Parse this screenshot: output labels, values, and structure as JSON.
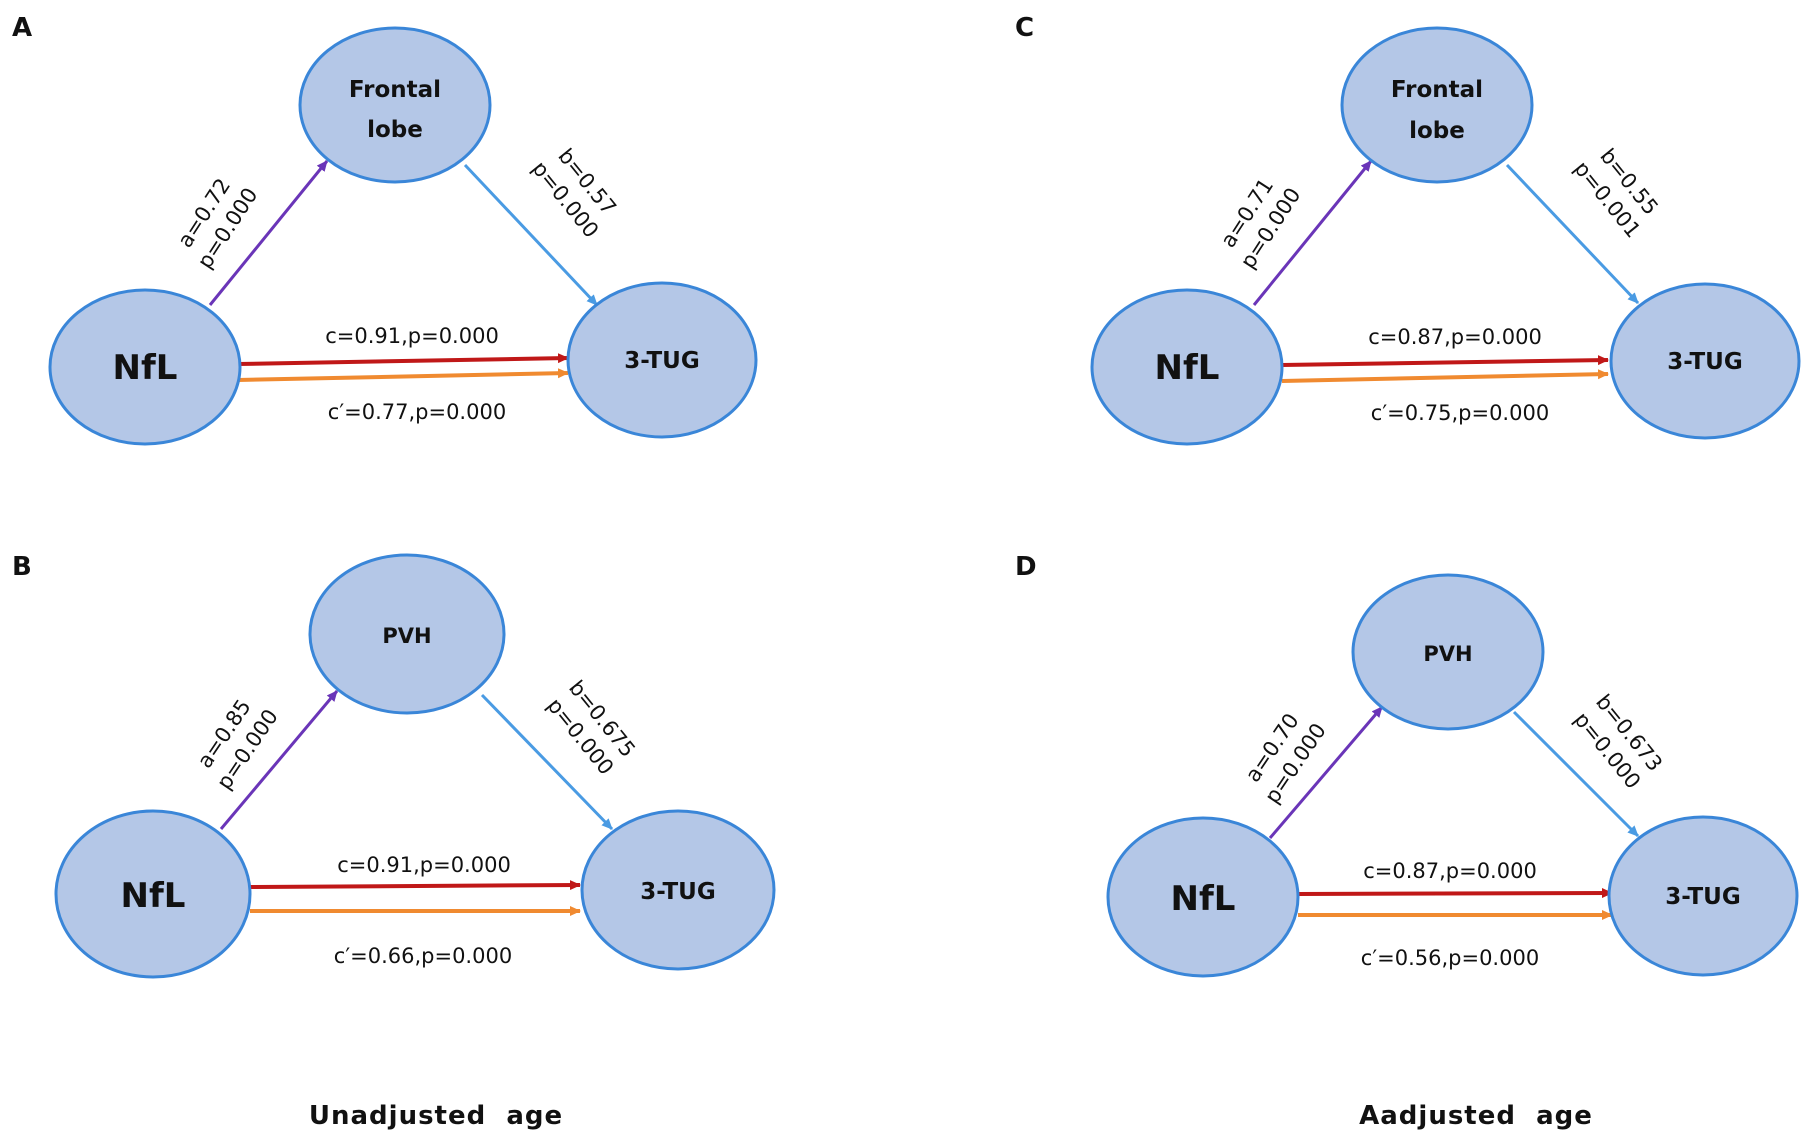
{
  "panels": [
    {
      "letter": "A",
      "mediator_lines": [
        "Frontal",
        "lobe"
      ],
      "x_node": "NfL",
      "y_node": "3-TUG",
      "a_coef": "a=0.72",
      "a_p": "p=0.000",
      "b_coef": "b=0.57",
      "b_p": "p=0.000",
      "c_label": "c=0.91,p=0.000",
      "c_prime_label": "c′=0.77,p=0.000"
    },
    {
      "letter": "B",
      "mediator_lines": [
        "PVH"
      ],
      "x_node": "NfL",
      "y_node": "3-TUG",
      "a_coef": "a=0.85",
      "a_p": "p=0.000",
      "b_coef": "b=0.675",
      "b_p": "p=0.000",
      "c_label": "c=0.91,p=0.000",
      "c_prime_label": "c′=0.66,p=0.000"
    },
    {
      "letter": "C",
      "mediator_lines": [
        "Frontal",
        "lobe"
      ],
      "x_node": "NfL",
      "y_node": "3-TUG",
      "a_coef": "a=0.71",
      "a_p": "p=0.000",
      "b_coef": "b=0.55",
      "b_p": "p=0.001",
      "c_label": "c=0.87,p=0.000",
      "c_prime_label": "c′=0.75,p=0.000"
    },
    {
      "letter": "D",
      "mediator_lines": [
        "PVH"
      ],
      "x_node": "NfL",
      "y_node": "3-TUG",
      "a_coef": "a=0.70",
      "a_p": "p=0.000",
      "b_coef": "b=0.673",
      "b_p": "p=0.000",
      "c_label": "c=0.87,p=0.000",
      "c_prime_label": "c′=0.56,p=0.000"
    }
  ],
  "captions": {
    "left": "Unadjusted  age",
    "right": "Aadjusted  age"
  },
  "colors": {
    "node_fill": "#b4c7e7",
    "node_stroke": "#3a86d8",
    "path_a": "#6a35b8",
    "path_b": "#4a9be3",
    "path_c": "#c01818",
    "path_c_prime": "#f08a30"
  }
}
